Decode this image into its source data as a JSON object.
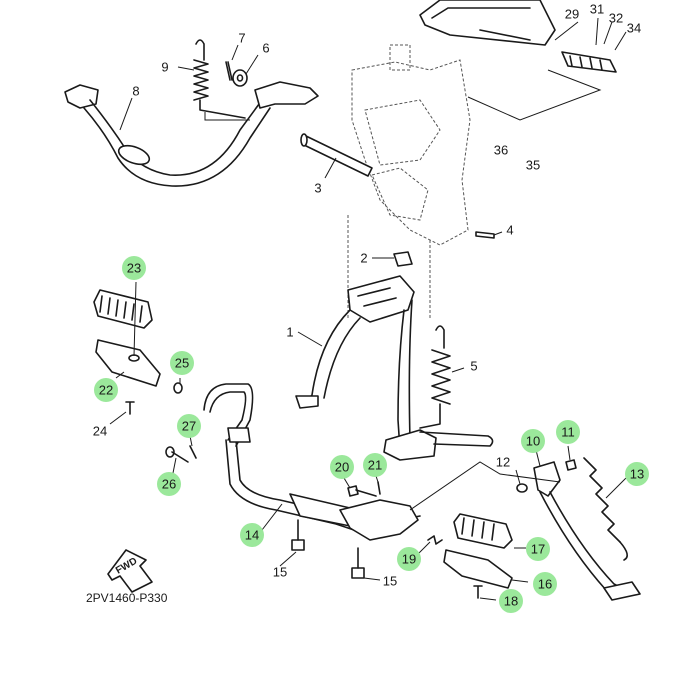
{
  "diagram": {
    "code": "2PV1460-P330",
    "fwd_label": "FWD",
    "colors": {
      "highlight": "#9be89b",
      "line": "#1a1a1a"
    },
    "callouts": [
      {
        "id": "1",
        "label": "1",
        "highlighted": false
      },
      {
        "id": "2",
        "label": "2",
        "highlighted": false
      },
      {
        "id": "3",
        "label": "3",
        "highlighted": false
      },
      {
        "id": "4",
        "label": "4",
        "highlighted": false
      },
      {
        "id": "5",
        "label": "5",
        "highlighted": false
      },
      {
        "id": "6",
        "label": "6",
        "highlighted": false
      },
      {
        "id": "7",
        "label": "7",
        "highlighted": false
      },
      {
        "id": "8",
        "label": "8",
        "highlighted": false
      },
      {
        "id": "9",
        "label": "9",
        "highlighted": false
      },
      {
        "id": "10",
        "label": "10",
        "highlighted": true
      },
      {
        "id": "11",
        "label": "11",
        "highlighted": true
      },
      {
        "id": "12",
        "label": "12",
        "highlighted": false
      },
      {
        "id": "13",
        "label": "13",
        "highlighted": true
      },
      {
        "id": "14",
        "label": "14",
        "highlighted": true
      },
      {
        "id": "15a",
        "label": "15",
        "highlighted": false
      },
      {
        "id": "15b",
        "label": "15",
        "highlighted": false
      },
      {
        "id": "16",
        "label": "16",
        "highlighted": true
      },
      {
        "id": "17",
        "label": "17",
        "highlighted": true
      },
      {
        "id": "18",
        "label": "18",
        "highlighted": true
      },
      {
        "id": "19",
        "label": "19",
        "highlighted": true
      },
      {
        "id": "20",
        "label": "20",
        "highlighted": true
      },
      {
        "id": "21",
        "label": "21",
        "highlighted": true
      },
      {
        "id": "22",
        "label": "22",
        "highlighted": true
      },
      {
        "id": "23",
        "label": "23",
        "highlighted": true
      },
      {
        "id": "24",
        "label": "24",
        "highlighted": false
      },
      {
        "id": "25",
        "label": "25",
        "highlighted": true
      },
      {
        "id": "26",
        "label": "26",
        "highlighted": true
      },
      {
        "id": "27",
        "label": "27",
        "highlighted": true
      },
      {
        "id": "29",
        "label": "29",
        "highlighted": false
      },
      {
        "id": "31",
        "label": "31",
        "highlighted": false
      },
      {
        "id": "32",
        "label": "32",
        "highlighted": false
      },
      {
        "id": "34",
        "label": "34",
        "highlighted": false
      },
      {
        "id": "35",
        "label": "35",
        "highlighted": false
      },
      {
        "id": "36",
        "label": "36",
        "highlighted": false
      }
    ]
  }
}
